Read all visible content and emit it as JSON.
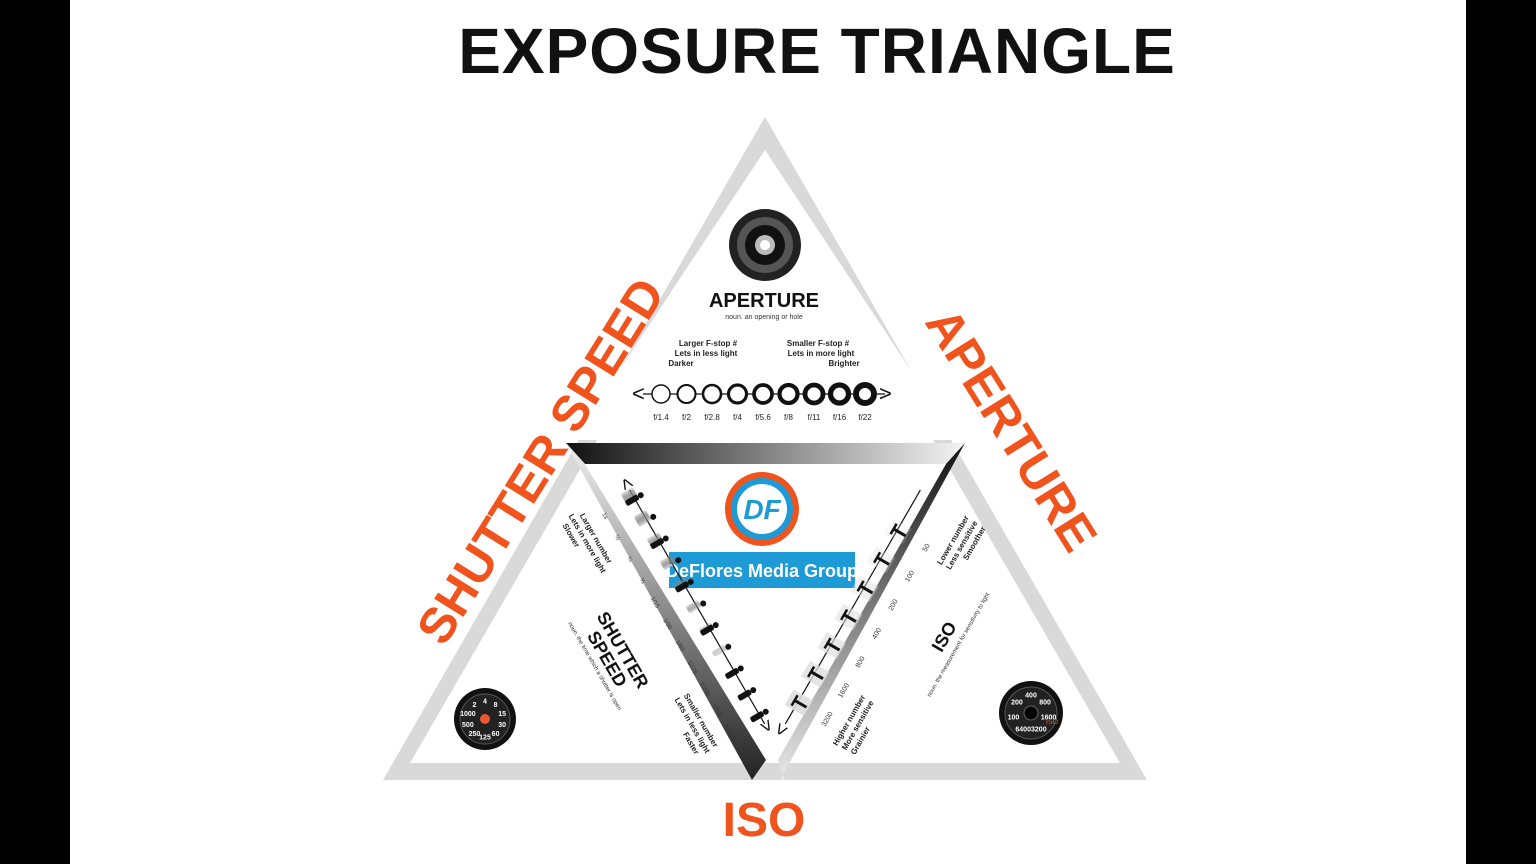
{
  "title": "EXPOSURE TRIANGLE",
  "side_labels": {
    "left": "SHUTTER SPEED",
    "right": "APERTURE",
    "bottom": "ISO"
  },
  "aperture_panel": {
    "heading": "APERTURE",
    "definition": "noun. an opening or hole",
    "left_note": [
      "Larger F-stop #",
      "Lets in less light",
      "Darker"
    ],
    "right_note": [
      "Smaller F-stop #",
      "Lets in more light",
      "Brighter"
    ],
    "fstops": [
      "f/1.4",
      "f/2",
      "f/2.8",
      "f/4",
      "f/5.6",
      "f/8",
      "f/11",
      "f/16",
      "f/22"
    ]
  },
  "shutter_panel": {
    "heading_line1": "SHUTTER",
    "heading_line2": "SPEED",
    "definition": "noun. the time which a shutter is open",
    "slow_note": [
      "Larger number",
      "Lets in more light",
      "Slower"
    ],
    "fast_note": [
      "Smaller number",
      "Lets in less light",
      "Faster"
    ],
    "speeds": [
      "1s",
      "½",
      "¼",
      "⅛",
      "1/15",
      "1/30",
      "1/60",
      "1/125",
      "1/250",
      "1/500",
      "1/1000"
    ],
    "dial_numbers": [
      "4",
      "8",
      "15",
      "30",
      "60",
      "125",
      "250",
      "500",
      "1000",
      "2"
    ]
  },
  "iso_panel": {
    "heading": "ISO",
    "definition": "noun. the measurement for sensitivity to light",
    "low_note": [
      "Lower number",
      "Less sensitive",
      "Smoother"
    ],
    "high_note": [
      "Higher number",
      "More sensitive",
      "Grainier"
    ],
    "values": [
      "50",
      "100",
      "200",
      "400",
      "800",
      "1600",
      "3200"
    ],
    "dial_numbers": [
      "400",
      "800",
      "1600",
      "3200",
      "6400",
      "100",
      "200"
    ],
    "dial_label": "ISO"
  },
  "logo": {
    "monogram": "DF",
    "company": "DeFlores Media Group"
  },
  "colors": {
    "accent": "#f0531c",
    "triangle_border": "#d9d9d9",
    "brand_blue": "#1e9ad6"
  }
}
